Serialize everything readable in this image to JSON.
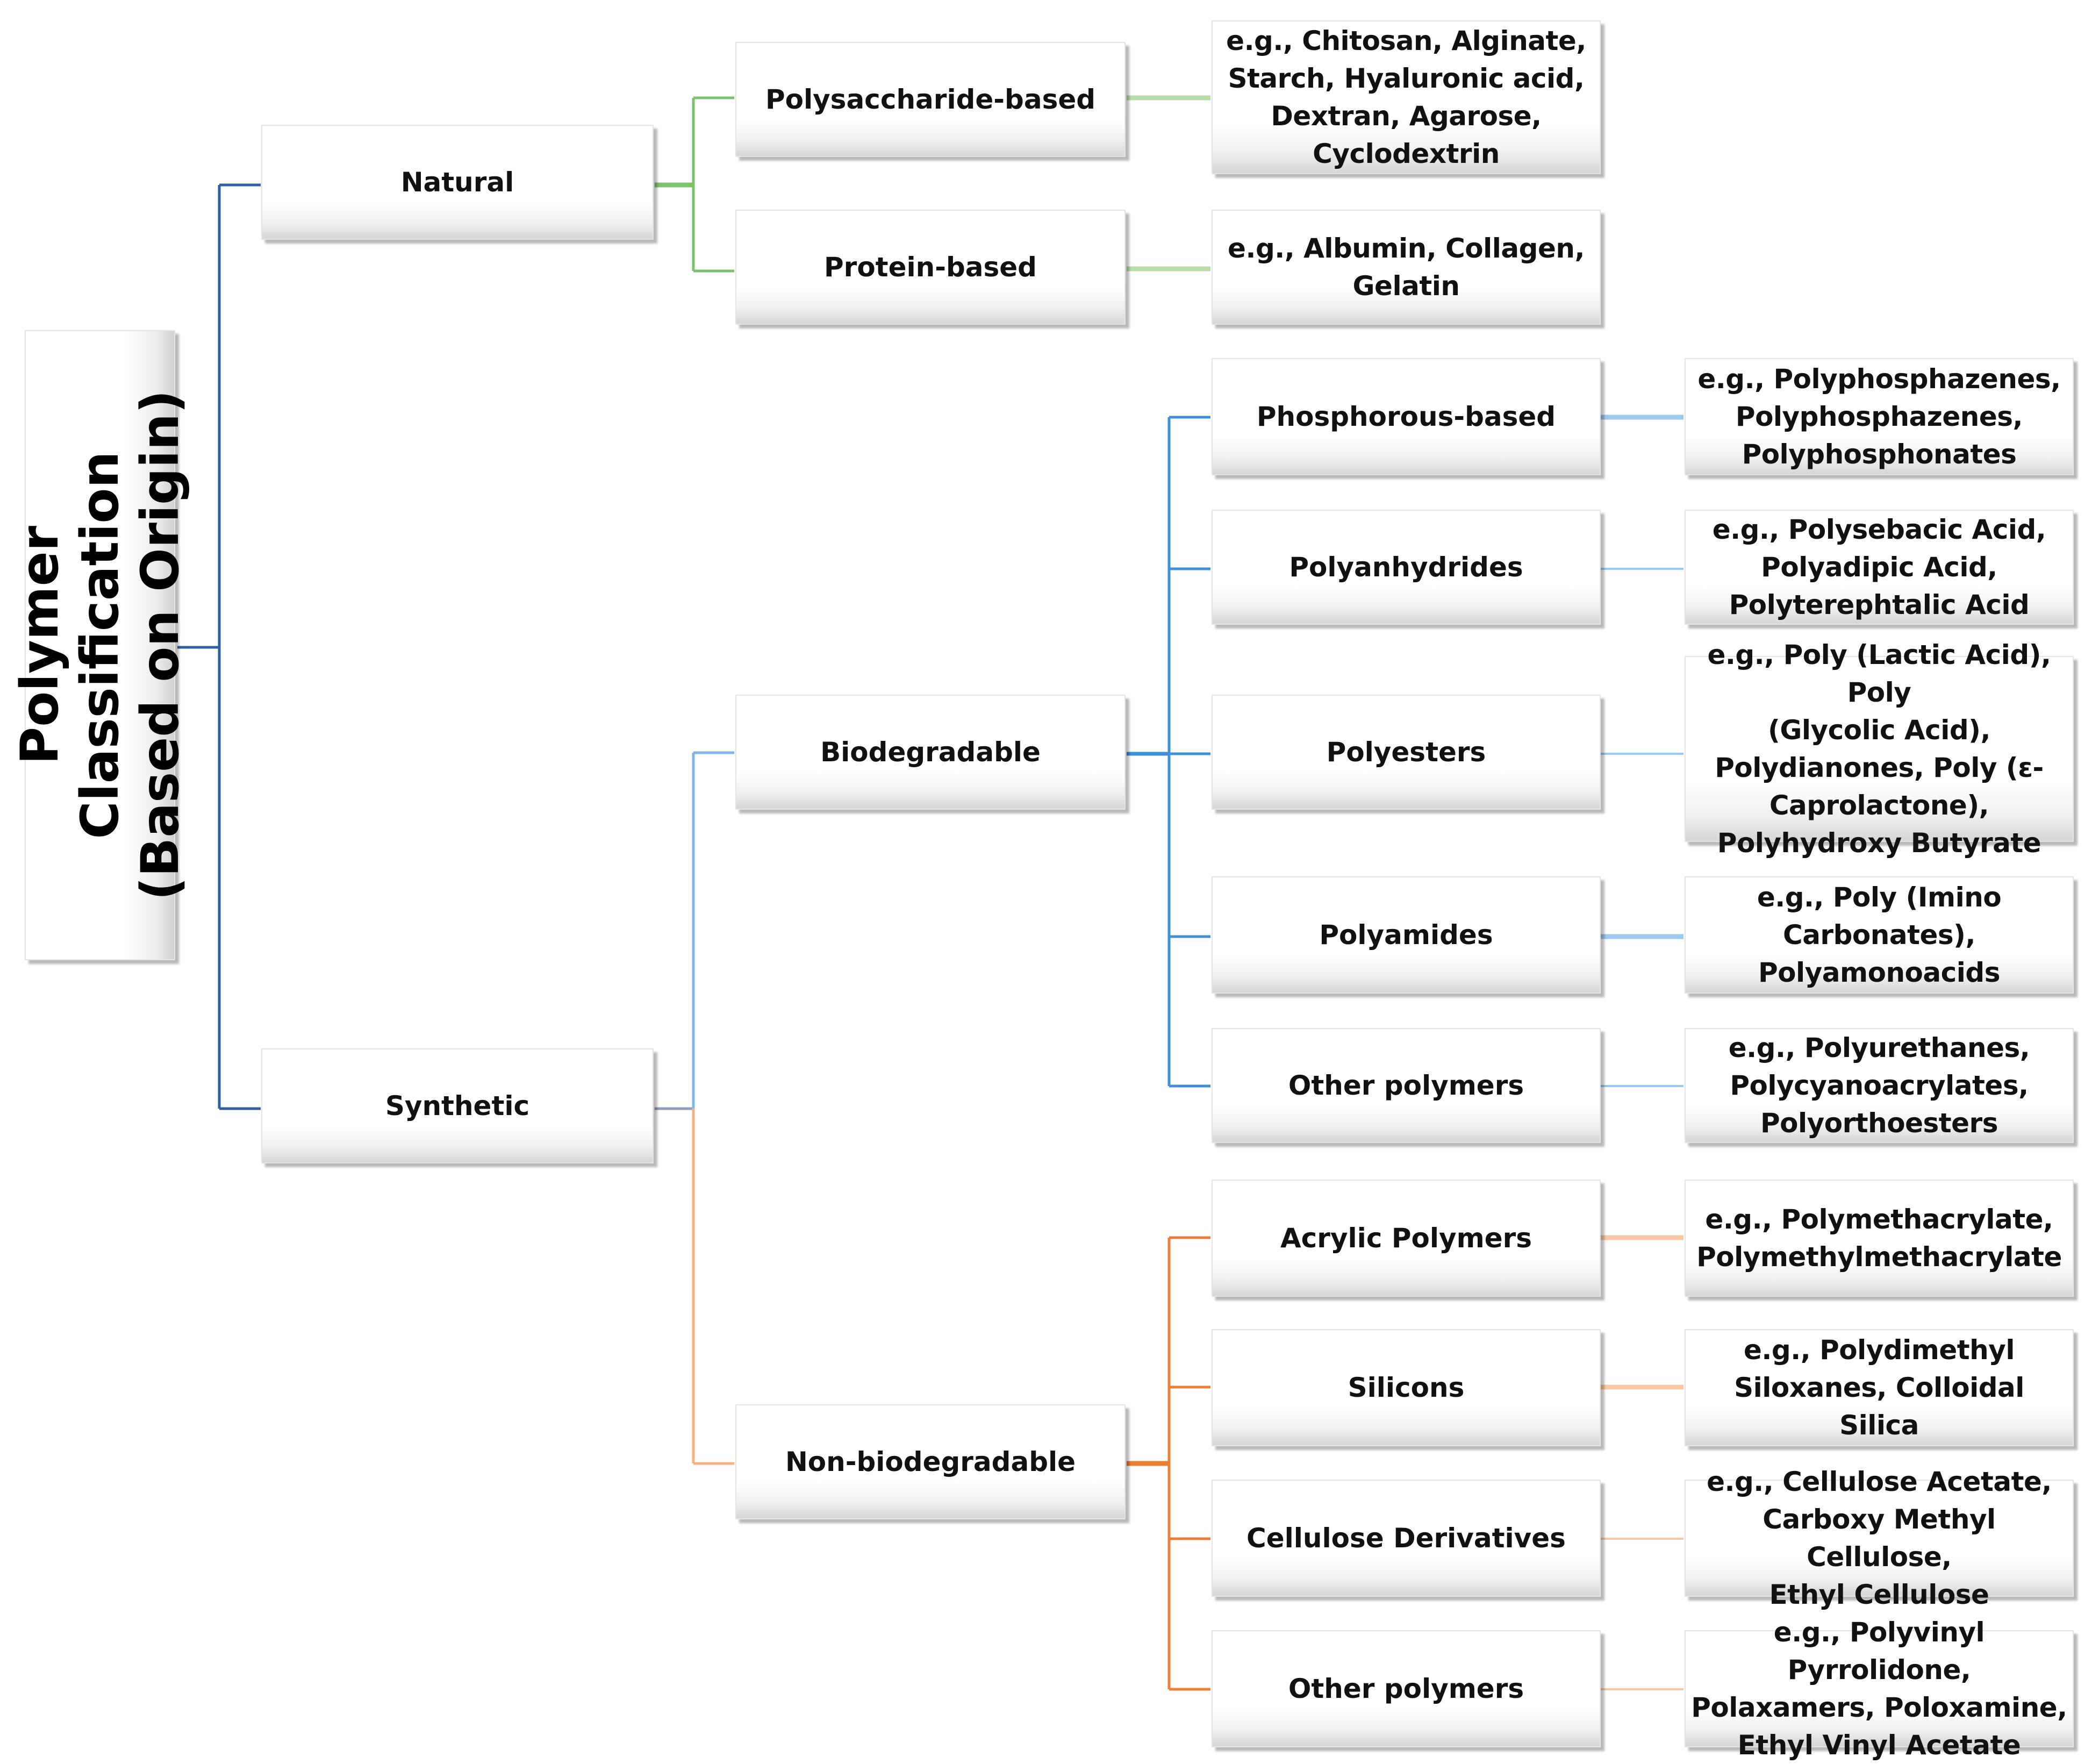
{
  "root": {
    "label": "Polymer Classification\n(Based on Origin)"
  },
  "natural": {
    "label": "Natural",
    "polysaccharide": {
      "label": "Polysaccharide-based",
      "example": "e.g., Chitosan, Alginate,\nStarch, Hyaluronic acid,\nDextran, Agarose,\nCyclodextrin"
    },
    "protein": {
      "label": "Protein-based",
      "example": "e.g., Albumin, Collagen,\nGelatin"
    }
  },
  "synthetic": {
    "label": "Synthetic",
    "biodegradable": {
      "label": "Biodegradable",
      "items": [
        {
          "label": "Phosphorous-based",
          "example": "e.g., Polyphosphazenes,\nPolyphosphazenes,\nPolyphosphonates"
        },
        {
          "label": "Polyanhydrides",
          "example": "e.g., Polysebacic Acid,\nPolyadipic Acid,\nPolyterephtalic Acid"
        },
        {
          "label": "Polyesters",
          "example": "e.g., Poly (Lactic Acid), Poly\n(Glycolic Acid),\nPolydianones, Poly (ε-\nCaprolactone),\nPolyhydroxy Butyrate"
        },
        {
          "label": "Polyamides",
          "example": "e.g., Poly (Imino\nCarbonates),\nPolyamonoacids"
        },
        {
          "label": "Other polymers",
          "example": "e.g., Polyurethanes,\nPolycyanoacrylates,\nPolyorthoesters"
        }
      ]
    },
    "non_biodegradable": {
      "label": "Non-biodegradable",
      "items": [
        {
          "label": "Acrylic Polymers",
          "example": "e.g., Polymethacrylate,\nPolymethylmethacrylate"
        },
        {
          "label": "Silicons",
          "example": "e.g., Polydimethyl\nSiloxanes, Colloidal Silica"
        },
        {
          "label": "Cellulose Derivatives",
          "example": "e.g., Cellulose Acetate,\nCarboxy Methyl Cellulose,\nEthyl Cellulose"
        },
        {
          "label": "Other polymers",
          "example": "e.g., Polyvinyl Pyrrolidone,\nPolaxamers, Poloxamine,\nEthyl Vinyl Acetate"
        }
      ]
    }
  },
  "colors": {
    "root_connector": "#2e5fa3",
    "natural_connector": "#7cc36b",
    "natural_leaf_connector": "#b9dcaa",
    "synthetic_connector": "#8e9dbb",
    "biodegradable_connector": "#7fb8e4",
    "biodegradable_branch": "#3d8fd6",
    "biodegradable_leaf": "#9ccaee",
    "nonbio_connector": "#f4b183",
    "nonbio_branch": "#ed7d31",
    "nonbio_leaf": "#f8c9a4"
  }
}
